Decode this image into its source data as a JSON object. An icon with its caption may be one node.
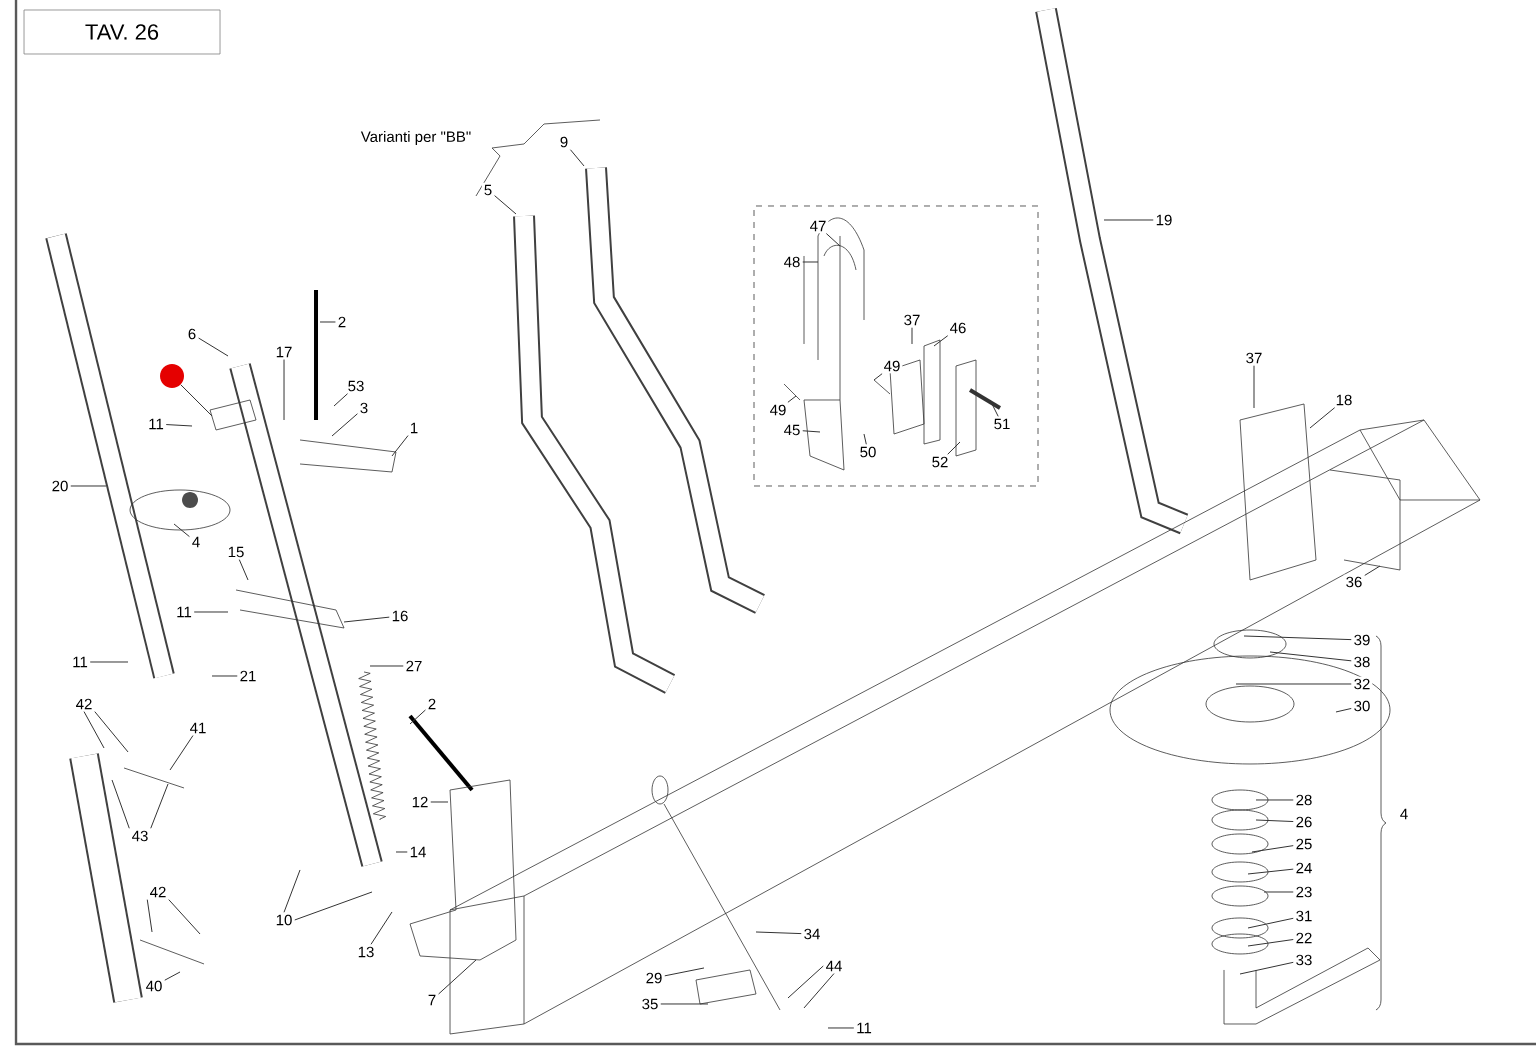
{
  "diagram": {
    "title": "TAV. 26",
    "nodes": [
      {
        "text": [],
        "shape": "box"
      },
      {
        "text": [
          "9"
        ]
      },
      {
        "text": [
          "5"
        ]
      },
      {
        "text": [
          "19"
        ]
      },
      {
        "text": [
          "47"
        ],
        "in": 0
      },
      {
        "text": [
          "48"
        ],
        "in": 0
      },
      {
        "text": [
          "37"
        ],
        "in": 0
      },
      {
        "text": [
          "46"
        ],
        "in": 0
      },
      {
        "text": [
          "2"
        ]
      },
      {
        "text": [
          "6"
        ]
      },
      {
        "text": [
          "17"
        ]
      },
      {
        "text": [
          "37"
        ]
      },
      {
        "text": [
          "49"
        ],
        "in": 0
      },
      {
        "text": [],
        "shape": "circle"
      },
      {
        "text": [
          "53"
        ]
      },
      {
        "text": [
          "18"
        ]
      },
      {
        "text": [
          "3"
        ]
      },
      {
        "text": [
          "49"
        ],
        "in": 0
      },
      {
        "text": [
          "11"
        ]
      },
      {
        "text": [
          "51"
        ],
        "in": 0
      },
      {
        "text": [
          "1"
        ]
      },
      {
        "text": [
          "45"
        ],
        "in": 0
      },
      {
        "text": [
          "50"
        ],
        "in": 0
      },
      {
        "text": [
          "52"
        ],
        "in": 0
      },
      {
        "text": [
          "20"
        ]
      },
      {
        "text": [
          "4"
        ]
      },
      {
        "text": [
          "15"
        ]
      },
      {
        "text": [
          "36"
        ]
      },
      {
        "text": [
          "11"
        ]
      },
      {
        "text": [
          "16"
        ]
      },
      {
        "text": [
          "39"
        ]
      },
      {
        "text": [
          "11"
        ]
      },
      {
        "text": [
          "38"
        ]
      },
      {
        "text": [
          "27"
        ]
      },
      {
        "text": [
          "21"
        ]
      },
      {
        "text": [
          "32"
        ]
      },
      {
        "text": [
          "42"
        ]
      },
      {
        "text": [
          "2"
        ]
      },
      {
        "text": [
          "30"
        ]
      },
      {
        "text": [
          "41"
        ]
      },
      {
        "text": [
          "28"
        ]
      },
      {
        "text": [
          "12"
        ]
      },
      {
        "text": [
          "26"
        ]
      },
      {
        "text": [
          "43"
        ]
      },
      {
        "text": [
          "25"
        ]
      },
      {
        "text": [
          "14"
        ]
      },
      {
        "text": [
          "24"
        ]
      },
      {
        "text": [
          "42"
        ]
      },
      {
        "text": [
          "23"
        ]
      },
      {
        "text": [
          "10"
        ]
      },
      {
        "text": [
          "31"
        ]
      },
      {
        "text": [
          "34"
        ]
      },
      {
        "text": [
          "22"
        ]
      },
      {
        "text": [
          "13"
        ]
      },
      {
        "text": [
          "33"
        ]
      },
      {
        "text": [
          "44"
        ]
      },
      {
        "text": [
          "29"
        ]
      },
      {
        "text": [
          "40"
        ]
      },
      {
        "text": [
          "7"
        ]
      },
      {
        "text": [
          "35"
        ]
      },
      {
        "text": [
          "11"
        ]
      }
    ],
    "edges": [
      {
        "from": 1,
        "to": null,
        "arrow": "none"
      },
      {
        "from": 2,
        "to": null,
        "arrow": "none"
      },
      {
        "from": 3,
        "to": null,
        "arrow": "none"
      },
      {
        "from": 4,
        "to": null,
        "arrow": "none"
      },
      {
        "from": 5,
        "to": null,
        "arrow": "none"
      },
      {
        "from": 6,
        "to": null,
        "arrow": "none"
      },
      {
        "from": 7,
        "to": null,
        "arrow": "none"
      },
      {
        "from": 8,
        "to": null,
        "arrow": "none"
      },
      {
        "from": 9,
        "to": null,
        "arrow": "none"
      },
      {
        "from": 10,
        "to": null,
        "arrow": "none"
      },
      {
        "from": 11,
        "to": null,
        "arrow": "none"
      },
      {
        "from": 12,
        "to": null,
        "arrow": "none"
      },
      {
        "from": 13,
        "to": null,
        "arrow": "none"
      },
      {
        "from": 14,
        "to": null,
        "arrow": "none"
      },
      {
        "from": 15,
        "to": null,
        "arrow": "none"
      },
      {
        "from": 16,
        "to": null,
        "arrow": "none"
      },
      {
        "from": 17,
        "to": null,
        "arrow": "none"
      },
      {
        "from": 18,
        "to": null,
        "arrow": "none"
      },
      {
        "from": 19,
        "to": null,
        "arrow": "none"
      },
      {
        "from": 20,
        "to": null,
        "arrow": "none"
      },
      {
        "from": 21,
        "to": null,
        "arrow": "none"
      },
      {
        "from": 22,
        "to": null,
        "arrow": "none"
      },
      {
        "from": 23,
        "to": null,
        "arrow": "none"
      },
      {
        "from": 24,
        "to": null,
        "arrow": "none"
      },
      {
        "from": 25,
        "to": null,
        "arrow": "none"
      },
      {
        "from": 26,
        "to": null,
        "arrow": "none"
      },
      {
        "from": 27,
        "to": null,
        "arrow": "none"
      },
      {
        "from": 28,
        "to": null,
        "arrow": "none"
      },
      {
        "from": 29,
        "to": null,
        "arrow": "none"
      },
      {
        "from": 30,
        "to": null,
        "arrow": "none"
      },
      {
        "from": 31,
        "to": null,
        "arrow": "none"
      },
      {
        "from": 32,
        "to": null,
        "arrow": "none"
      },
      {
        "from": 33,
        "to": null,
        "arrow": "none"
      },
      {
        "from": 34,
        "to": null,
        "arrow": "none"
      },
      {
        "from": 35,
        "to": null,
        "arrow": "none"
      },
      {
        "from": 36,
        "to": null,
        "arrow": "none"
      },
      {
        "from": 36,
        "to": null,
        "arrow": "none"
      },
      {
        "from": 37,
        "to": null,
        "arrow": "none"
      },
      {
        "from": 38,
        "to": null,
        "arrow": "none"
      },
      {
        "from": 39,
        "to": null,
        "arrow": "none"
      },
      {
        "from": 40,
        "to": null,
        "arrow": "none"
      },
      {
        "from": 41,
        "to": null,
        "arrow": "none"
      },
      {
        "from": 42,
        "to": null,
        "arrow": "none"
      },
      {
        "from": 43,
        "to": null,
        "arrow": "none"
      },
      {
        "from": 43,
        "to": null,
        "arrow": "none"
      },
      {
        "from": 44,
        "to": null,
        "arrow": "none"
      },
      {
        "from": 45,
        "to": null,
        "arrow": "none"
      },
      {
        "from": 46,
        "to": null,
        "arrow": "none"
      },
      {
        "from": 47,
        "to": null,
        "arrow": "none"
      },
      {
        "from": 47,
        "to": null,
        "arrow": "none"
      },
      {
        "from": 48,
        "to": null,
        "arrow": "none"
      },
      {
        "from": 49,
        "to": null,
        "arrow": "none"
      },
      {
        "from": 49,
        "to": null,
        "arrow": "none"
      },
      {
        "from": 50,
        "to": null,
        "arrow": "none"
      },
      {
        "from": 51,
        "to": null,
        "arrow": "none"
      },
      {
        "from": 52,
        "to": null,
        "arrow": "none"
      },
      {
        "from": 53,
        "to": null,
        "arrow": "none"
      },
      {
        "from": 54,
        "to": null,
        "arrow": "none"
      },
      {
        "from": 55,
        "to": null,
        "arrow": "none"
      },
      {
        "from": 55,
        "to": null,
        "arrow": "none"
      },
      {
        "from": 56,
        "to": null,
        "arrow": "none"
      },
      {
        "from": 57,
        "to": null,
        "arrow": "none"
      },
      {
        "from": 58,
        "to": null,
        "arrow": "none"
      },
      {
        "from": 59,
        "to": null,
        "arrow": "none"
      },
      {
        "from": 60,
        "to": null,
        "arrow": "none"
      }
    ],
    "labels": [
      "Varianti per \"BB\"",
      "4"
    ]
  }
}
